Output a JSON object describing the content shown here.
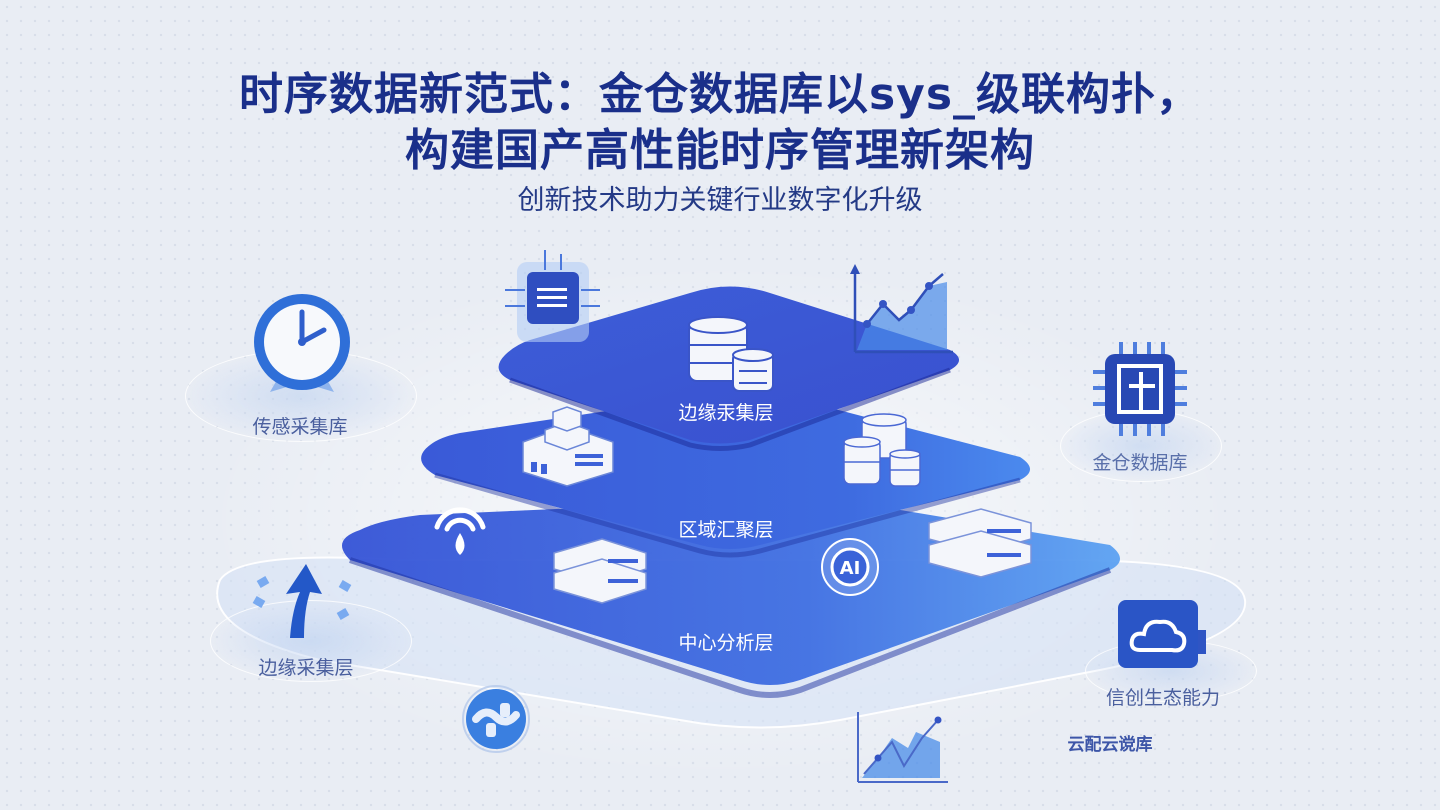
{
  "header": {
    "title_line1": "时序数据新范式：金仓数据库以sys_级联构扑，",
    "title_line2": "构建国产高性能时序管理新架构",
    "subtitle": "创新技术助力关键行业数字化升级"
  },
  "layers": [
    {
      "label": "边缘汞集层",
      "icons": [
        "database-stack-icon",
        "database-small-icon"
      ]
    },
    {
      "label": "区域汇聚层",
      "icons": [
        "building-icon",
        "database-cluster-icon"
      ]
    },
    {
      "label": "中心分析层",
      "icons": [
        "signal-icon",
        "server-icon",
        "ai-badge-icon",
        "server-icon"
      ]
    }
  ],
  "side_nodes": [
    {
      "label": "传感采集库",
      "icon": "clock-icon"
    },
    {
      "label": "边缘采集层",
      "icon": "arrow-up-icon"
    },
    {
      "label": "金仓数据库",
      "icon": "chip-icon"
    },
    {
      "label": "信创生态能力",
      "icon": "cloud-icon"
    },
    {
      "label": "云配云谠库",
      "icon": "chart-icon"
    }
  ],
  "floating_icons": [
    "cpu-document-icon",
    "line-chart-icon",
    "link-sphere-icon",
    "mini-chart-icon"
  ],
  "colors": {
    "background": "#e9edf4",
    "title": "#1a2f8a",
    "plate_dark": "#3451d1",
    "plate_mid": "#3d6ee0",
    "plate_light": "#5a9af0",
    "label_side": "#4a5f9e"
  }
}
